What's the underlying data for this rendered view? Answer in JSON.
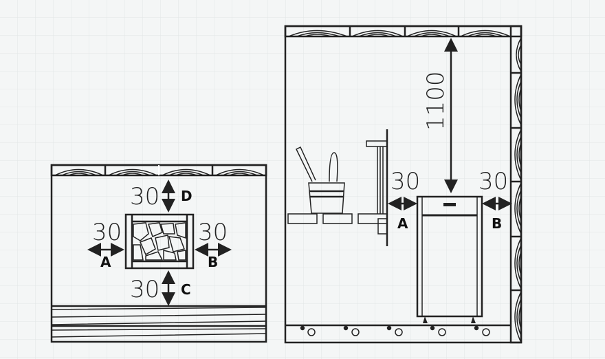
{
  "left_view": {
    "dimension_top": "30",
    "label_top": "D",
    "dimension_left": "30",
    "label_left": "A",
    "dimension_right": "30",
    "label_right": "B",
    "dimension_bottom": "30",
    "label_bottom": "C"
  },
  "right_view": {
    "ceiling_clearance": "1100",
    "dimension_left": "30",
    "label_left": "A",
    "dimension_right": "30",
    "label_right": "B"
  },
  "colors": {
    "background": "#f4f6f6",
    "grid": "#e2e6e6",
    "ink": "#222222"
  }
}
